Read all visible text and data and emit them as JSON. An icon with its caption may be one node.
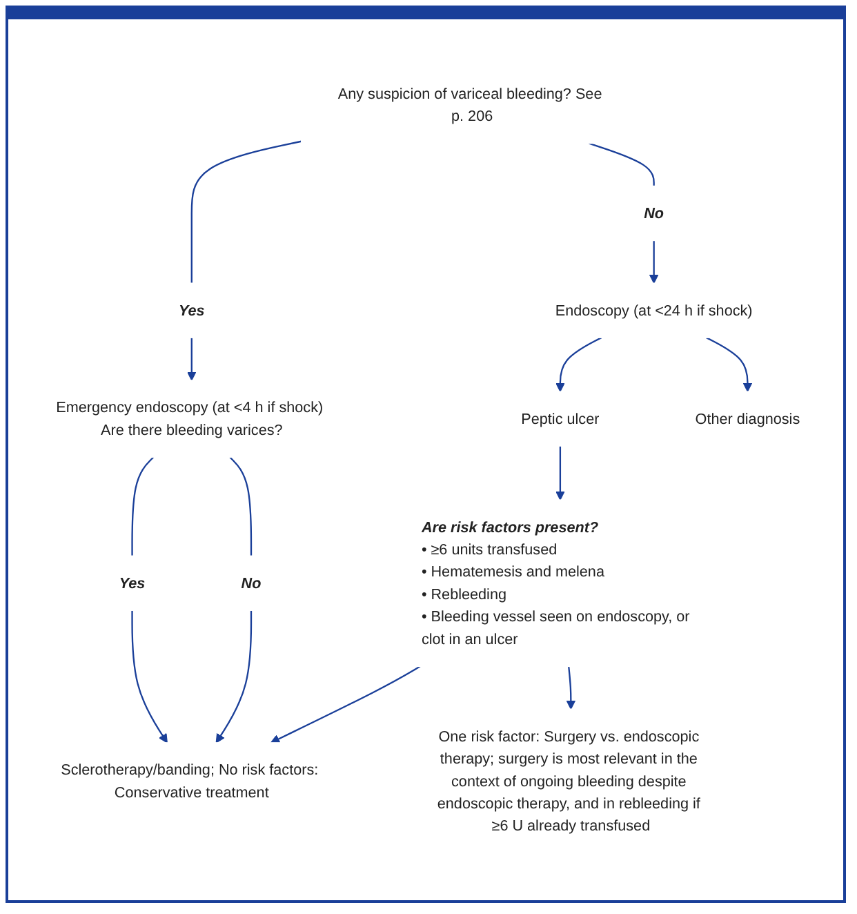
{
  "diagram": {
    "nodes": [
      {
        "text": [
          "Any suspicion of variceal bleeding? See p. 206"
        ]
      },
      {
        "text": [
          "No"
        ]
      },
      {
        "text": [
          "Yes"
        ]
      },
      {
        "text": [
          "Endoscopy (at <24 h if shock)"
        ]
      },
      {
        "text": [
          "Emergency endoscopy (at <4 h if shock) Are there bleeding varices?"
        ]
      },
      {
        "text": [
          "Peptic ulcer"
        ]
      },
      {
        "text": [
          "Other diagnosis"
        ]
      },
      {
        "text": [
          "Yes"
        ]
      },
      {
        "text": [
          "No"
        ]
      },
      {
        "text": [
          "Are risk factors present?",
          "• ≥6 units transfused",
          "• Hematemesis and melena",
          "• Rebleeding",
          "• Bleeding vessel seen on endoscopy, or clot in an ulcer"
        ]
      },
      {
        "text": [
          "Sclerotherapy/banding; No risk factors: Conservative treatment"
        ]
      },
      {
        "text": [
          "One risk factor: Surgery vs. endoscopic therapy; surgery is most relevant in the context of ongoing bleeding despite endoscopic therapy, and in rebleeding if ≥6 U already transfused"
        ]
      }
    ],
    "edges": [
      {
        "from": 0,
        "to": 1,
        "arrow": "none"
      },
      {
        "from": 0,
        "to": 2,
        "arrow": "none"
      },
      {
        "from": 1,
        "to": 3,
        "arrow": "to"
      },
      {
        "from": 2,
        "to": 4,
        "arrow": "to"
      },
      {
        "from": 3,
        "to": 5,
        "arrow": "to"
      },
      {
        "from": 3,
        "to": 6,
        "arrow": "to"
      },
      {
        "from": 4,
        "to": 7,
        "arrow": "none"
      },
      {
        "from": 4,
        "to": 8,
        "arrow": "none"
      },
      {
        "from": 5,
        "to": 9,
        "arrow": "to"
      },
      {
        "from": 7,
        "to": 10,
        "arrow": "to"
      },
      {
        "from": 8,
        "to": 10,
        "arrow": "to"
      },
      {
        "from": 9,
        "to": 10,
        "arrow": "to"
      },
      {
        "from": 9,
        "to": 11,
        "arrow": "to"
      }
    ]
  }
}
